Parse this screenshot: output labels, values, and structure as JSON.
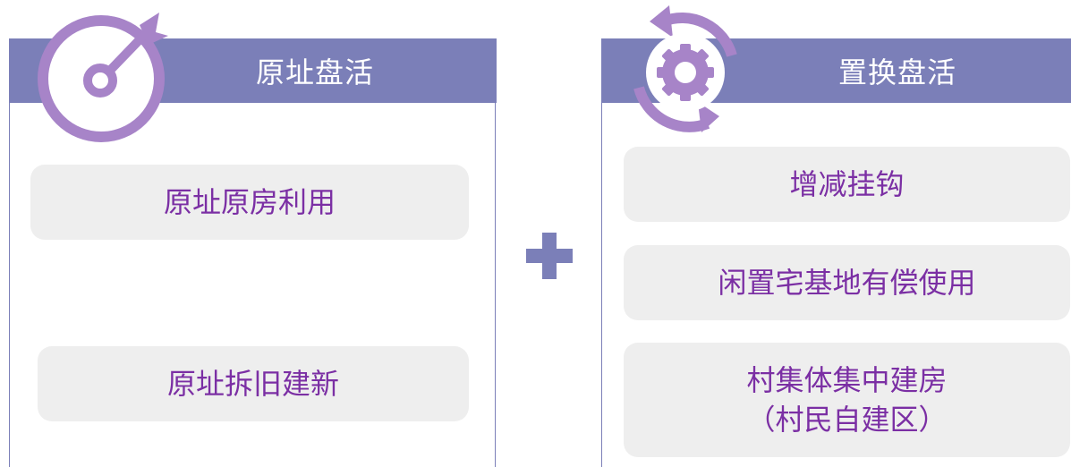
{
  "left": {
    "title": "原址盘活",
    "items": [
      "原址原房利用",
      "原址拆旧建新"
    ]
  },
  "right": {
    "title": "置换盘活",
    "items": [
      "增减挂钩",
      "闲置宅基地有偿使用",
      "村集体集中建房",
      "（村民自建区）"
    ]
  },
  "icons": {
    "left": "target-dart-icon",
    "right": "gear-refresh-icon",
    "middle": "plus-icon"
  },
  "colors": {
    "header": "#7b7fb8",
    "icon": "#a784c8",
    "text": "#7b2fa4",
    "box": "#eeeeee"
  }
}
